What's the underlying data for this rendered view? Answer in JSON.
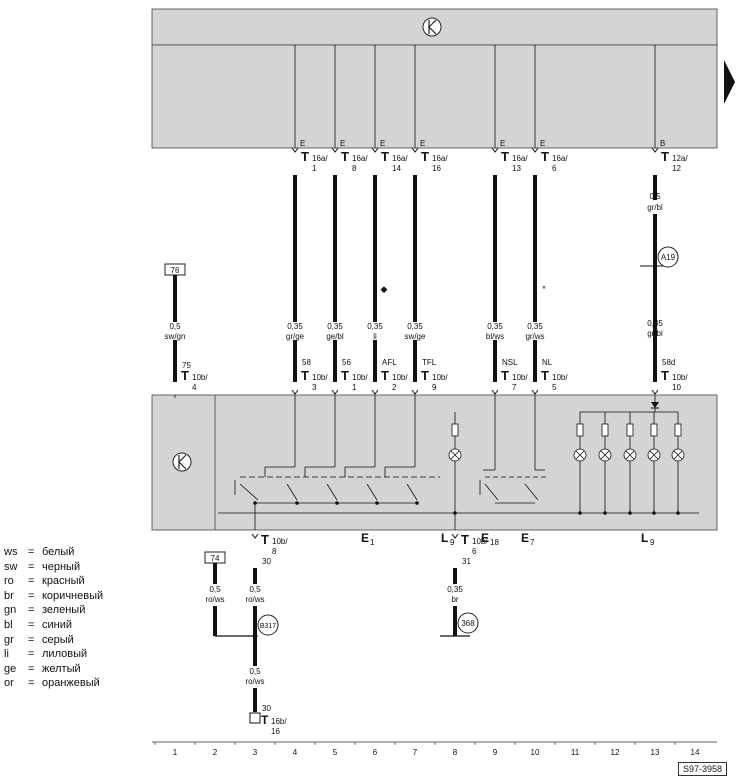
{
  "doc_id": "S97-3958",
  "top_unit": {
    "symbol": "K",
    "pins": [
      {
        "col": 4,
        "grp": "E",
        "conn": "T",
        "code": "16a/",
        "num": "1",
        "size": "0,35",
        "color": "gr/ge",
        "bpin": "58",
        "bconn": "T",
        "bcode": "10b/",
        "bnum": "3"
      },
      {
        "col": 5,
        "grp": "E",
        "conn": "T",
        "code": "16a/",
        "num": "8",
        "size": "0,35",
        "color": "ge/bl",
        "bpin": "56",
        "bconn": "T",
        "bcode": "10b/",
        "bnum": "1"
      },
      {
        "col": 6,
        "grp": "E",
        "conn": "T",
        "code": "16a/",
        "num": "14",
        "size": "0,35",
        "color": "li",
        "bpin": "AFL",
        "bconn": "T",
        "bcode": "10b/",
        "bnum": "2",
        "mark": "◆"
      },
      {
        "col": 7,
        "grp": "E",
        "conn": "T",
        "code": "16a/",
        "num": "16",
        "size": "0,35",
        "color": "sw/ge",
        "bpin": "TFL",
        "bconn": "T",
        "bcode": "10b/",
        "bnum": "9"
      },
      {
        "col": 9,
        "grp": "E",
        "conn": "T",
        "code": "16a/",
        "num": "13",
        "size": "0,35",
        "color": "bl/ws",
        "bpin": "NSL",
        "bconn": "T",
        "bcode": "10b/",
        "bnum": "7"
      },
      {
        "col": 10,
        "grp": "E",
        "conn": "T",
        "code": "16a/",
        "num": "6",
        "size": "0,35",
        "color": "gr/ws",
        "bpin": "NL",
        "bconn": "T",
        "bcode": "10b/",
        "bnum": "5",
        "mark": "*"
      },
      {
        "col": 13,
        "grp": "B",
        "conn": "T",
        "code": "12a/",
        "num": "12",
        "size": "0,35",
        "color": "gr/bl",
        "bpin": "58d",
        "bconn": "T",
        "bcode": "10b/",
        "bnum": "10"
      }
    ]
  },
  "col13_upper": {
    "size": "0,5",
    "color": "gr/bl",
    "node": "A19"
  },
  "col1_wire": {
    "ref": "76",
    "size": "0,5",
    "color": "sw/gn",
    "bpin": "75",
    "bconn": "T",
    "bcode": "10b/",
    "bnum": "4"
  },
  "component_labels": [
    {
      "col": 6,
      "main": "E",
      "sub": "1"
    },
    {
      "col": 8,
      "main": "L",
      "sub": "9"
    },
    {
      "col": 9,
      "main": "E",
      "sub": "18"
    },
    {
      "col": 10,
      "main": "E",
      "sub": "7"
    },
    {
      "col": 13,
      "main": "L",
      "sub": "9"
    }
  ],
  "bottom": {
    "col3_conn": {
      "conn": "T",
      "code": "10b/",
      "num": "8",
      "pin": "30"
    },
    "col8_conn": {
      "conn": "T",
      "code": "10b/",
      "num": "6",
      "pin": "31"
    },
    "ref74": "74",
    "col2_wire": {
      "size": "0,5",
      "color": "ro/ws"
    },
    "col3_wire1": {
      "size": "0,5",
      "color": "ro/ws"
    },
    "col3_wire2": {
      "size": "0,5",
      "color": "ro/ws"
    },
    "node_b317": "B317",
    "node_368": "368",
    "col8_wire": {
      "size": "0,35",
      "color": "br"
    },
    "col3_end": {
      "pin": "30",
      "conn": "T",
      "code": "16b/",
      "num": "16"
    }
  },
  "columns": [
    "1",
    "2",
    "3",
    "4",
    "5",
    "6",
    "7",
    "8",
    "9",
    "10",
    "11",
    "12",
    "13",
    "14"
  ],
  "legend": [
    {
      "code": "ws",
      "name": "белый"
    },
    {
      "code": "sw",
      "name": "черный"
    },
    {
      "code": "ro",
      "name": "красный"
    },
    {
      "code": "br",
      "name": "коричневый"
    },
    {
      "code": "gn",
      "name": "зеленый"
    },
    {
      "code": "bl",
      "name": "синий"
    },
    {
      "code": "gr",
      "name": "серый"
    },
    {
      "code": "li",
      "name": "лиловый"
    },
    {
      "code": "ge",
      "name": "желтый"
    },
    {
      "code": "or",
      "name": "оранжевый"
    }
  ],
  "colors": {
    "panel": "#d4d4d4",
    "line": "#222222",
    "wire": "#111111"
  }
}
